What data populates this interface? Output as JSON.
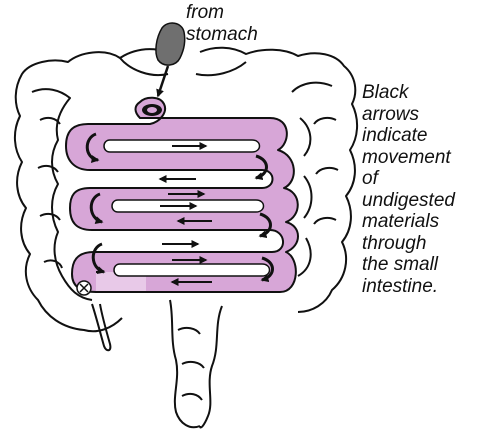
{
  "labels": {
    "from_lines": [
      "from",
      "stomach"
    ],
    "caption_lines": [
      "Black",
      "arrows",
      "indicate",
      "movement",
      "of",
      "undigested",
      "materials",
      "through",
      "the small",
      "intestine."
    ]
  },
  "colors": {
    "intestine_fill": "#d7a6d7",
    "outline": "#111111",
    "food": "#6f6f6f",
    "background": "#ffffff"
  },
  "icons": {
    "arrow": "black arrow",
    "valve": "circled x"
  }
}
